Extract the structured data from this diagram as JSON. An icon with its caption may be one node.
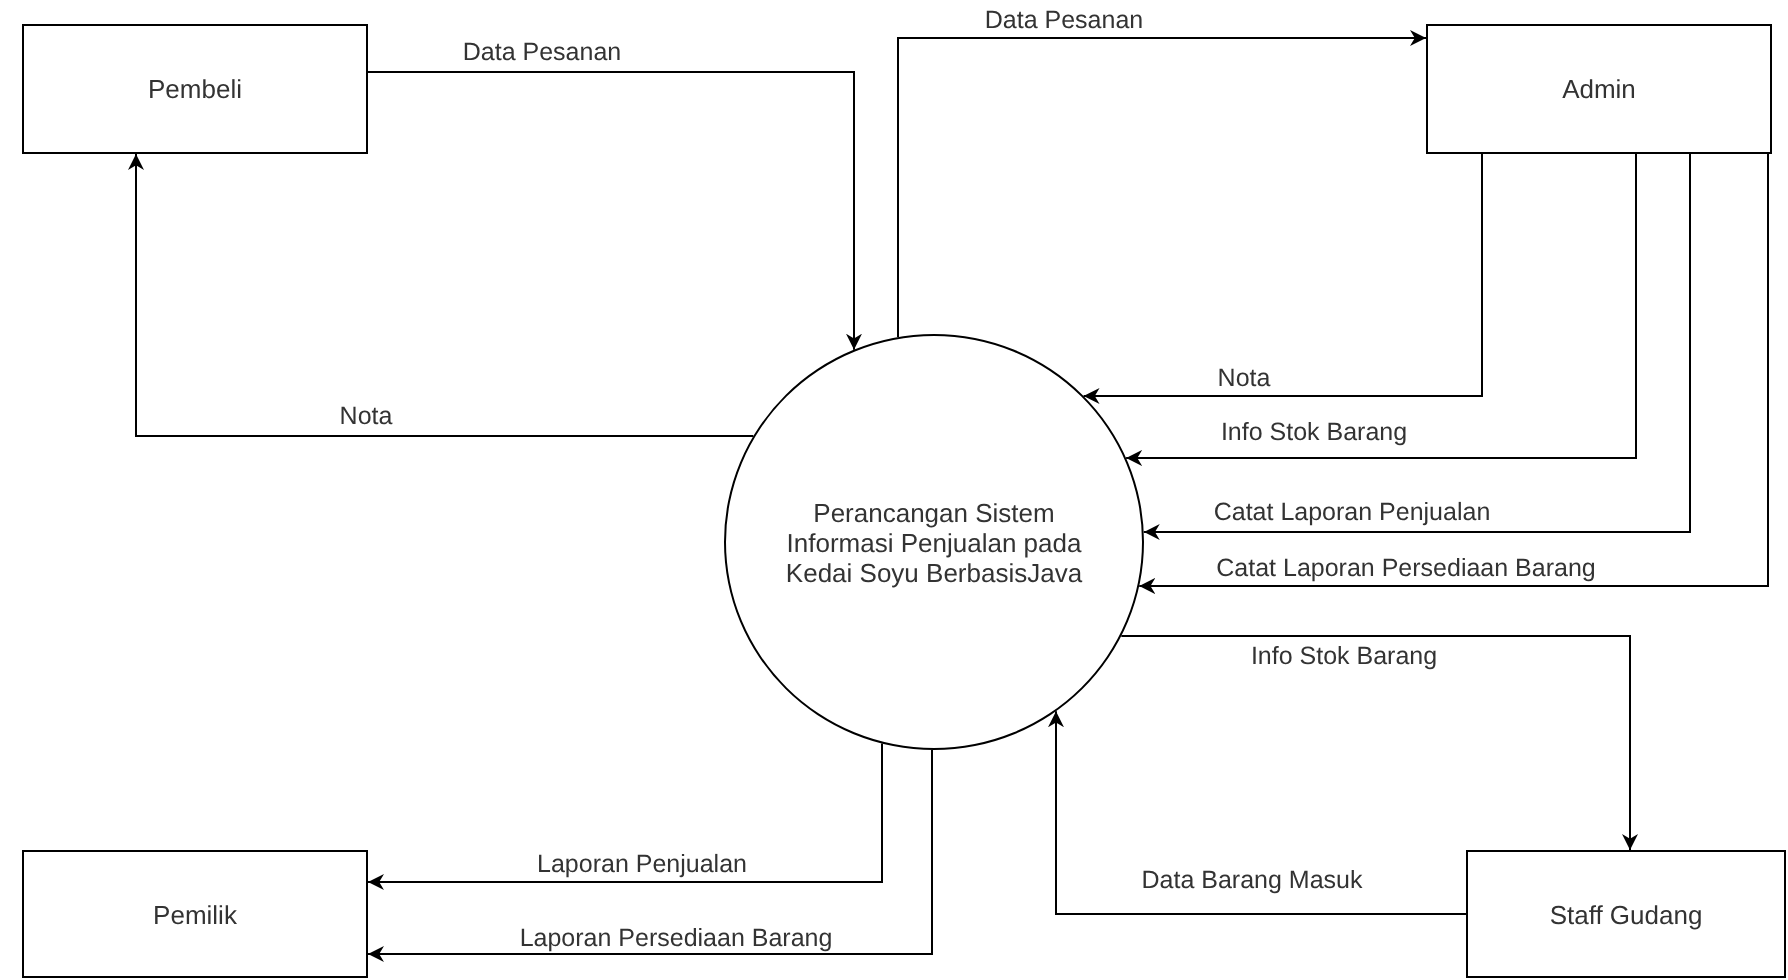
{
  "diagram": {
    "nodes": [
      {
        "text": [
          "Pembeli"
        ]
      },
      {
        "text": [
          "Admin"
        ]
      },
      {
        "text": [
          "Perancangan Sistem Informasi Penjualan pada Kedai Soyu BerbasisJava"
        ]
      },
      {
        "text": [
          "Pemilik"
        ]
      },
      {
        "text": [
          "Staff Gudang"
        ]
      }
    ],
    "edges": [
      {
        "from": 0,
        "to": 2,
        "arrow": "to",
        "label": "Data Pesanan"
      },
      {
        "from": 2,
        "to": 1,
        "arrow": "to",
        "label": "Data Pesanan"
      },
      {
        "from": 2,
        "to": 0,
        "arrow": "to",
        "label": "Nota"
      },
      {
        "from": 1,
        "to": 2,
        "arrow": "to",
        "label": "Nota"
      },
      {
        "from": 1,
        "to": 2,
        "arrow": "to",
        "label": "Info Stok Barang"
      },
      {
        "from": 1,
        "to": 2,
        "arrow": "to",
        "label": "Catat Laporan Penjualan"
      },
      {
        "from": 1,
        "to": 2,
        "arrow": "to",
        "label": "Catat Laporan Persediaan Barang"
      },
      {
        "from": 2,
        "to": 4,
        "arrow": "to",
        "label": "Info Stok Barang"
      },
      {
        "from": 4,
        "to": 2,
        "arrow": "to",
        "label": "Data Barang Masuk"
      },
      {
        "from": 2,
        "to": 3,
        "arrow": "to",
        "label": "Laporan Penjualan"
      },
      {
        "from": 2,
        "to": 3,
        "arrow": "to",
        "label": "Laporan Persediaan Barang"
      }
    ]
  }
}
